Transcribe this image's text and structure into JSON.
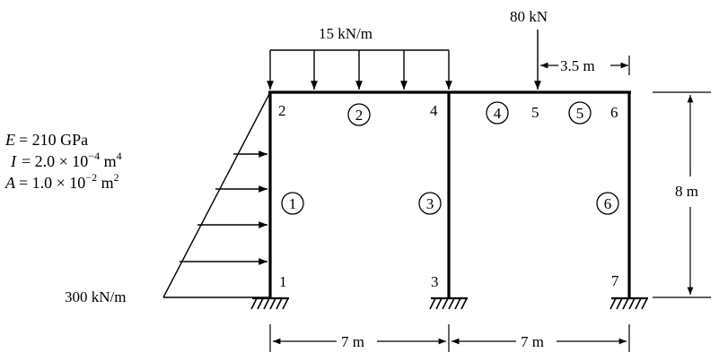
{
  "loads": {
    "distributed_top": "15 kN/m",
    "point_load": "80 kN",
    "point_load_offset": "3.5 m",
    "triangular_left": "300 kN/m"
  },
  "properties": {
    "E": {
      "symbol": "E",
      "value": "= 210 GPa"
    },
    "I": {
      "symbol": "I",
      "value": "= 2.0 × 10",
      "exp": "−4",
      "unit": " m",
      "unit_exp": "4"
    },
    "A": {
      "symbol": "A",
      "value": "= 1.0 × 10",
      "exp": "−2",
      "unit": " m",
      "unit_exp": "2"
    }
  },
  "nodes": [
    "1",
    "2",
    "3",
    "4",
    "5",
    "6",
    "7"
  ],
  "elements": [
    "1",
    "2",
    "3",
    "4",
    "5",
    "6"
  ],
  "dimensions": {
    "height": "8 m",
    "span_left": "7 m",
    "span_right": "7 m"
  }
}
